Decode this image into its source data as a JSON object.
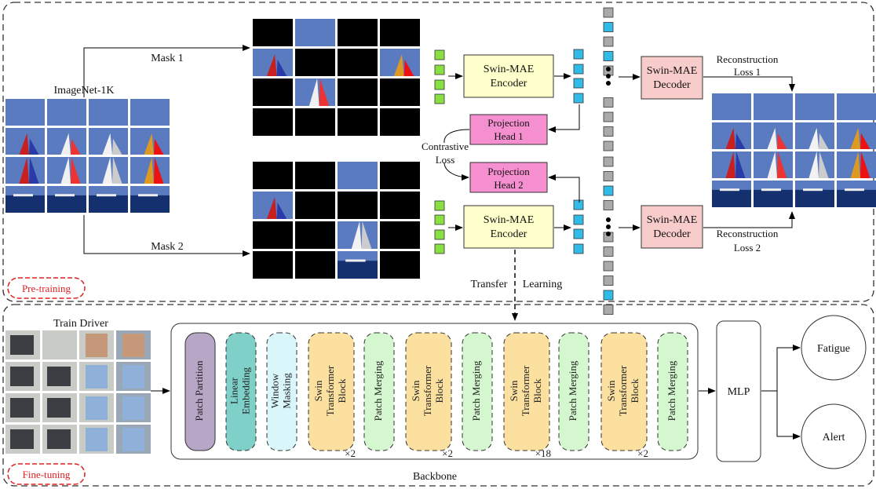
{
  "pretraining": {
    "section_label": "Pre-training",
    "dataset_label": "ImageNet-1K",
    "mask1_label": "Mask 1",
    "mask2_label": "Mask 2",
    "encoder1_label": [
      "Swin-MAE",
      "Encoder"
    ],
    "encoder2_label": [
      "Swin-MAE",
      "Encoder"
    ],
    "decoder1_label": [
      "Swin-MAE",
      "Decoder"
    ],
    "decoder2_label": [
      "Swin-MAE",
      "Decoder"
    ],
    "proj1_label": [
      "Projection",
      "Head 1"
    ],
    "proj2_label": [
      "Projection",
      "Head 2"
    ],
    "contrastive_label": [
      "Contrastive",
      "Loss"
    ],
    "recon1_label": [
      "Reconstruction",
      "Loss 1"
    ],
    "recon2_label": [
      "Reconstruction",
      "Loss 2"
    ],
    "transfer_label": "Transfer",
    "learning_label": "Learning"
  },
  "finetuning": {
    "section_label": "Fine-tuning",
    "input_label": "Train Driver",
    "backbone_label": "Backbone",
    "mlp_label": "MLP",
    "outputs": [
      "Fatigue",
      "Alert"
    ],
    "blocks": [
      {
        "lines": [
          "Patch Partition"
        ],
        "color": "#b7a6c6",
        "dashed": false
      },
      {
        "lines": [
          "Linear",
          "Embedding"
        ],
        "color": "#7fd0c8",
        "dashed": true
      },
      {
        "lines": [
          "Window",
          "Masking"
        ],
        "color": "#d9f6fb",
        "dashed": true
      },
      {
        "lines": [
          "Swin",
          "Transformer",
          "Block"
        ],
        "color": "#fbe0a0",
        "dashed": true,
        "mult": "×2"
      },
      {
        "lines": [
          "Patch Merging"
        ],
        "color": "#d5f7cf",
        "dashed": true
      },
      {
        "lines": [
          "Swin",
          "Transformer",
          "Block"
        ],
        "color": "#fbe0a0",
        "dashed": true,
        "mult": "×2"
      },
      {
        "lines": [
          "Patch Merging"
        ],
        "color": "#d5f7cf",
        "dashed": true
      },
      {
        "lines": [
          "Swin",
          "Transformer",
          "Block"
        ],
        "color": "#fbe0a0",
        "dashed": true,
        "mult": "×18"
      },
      {
        "lines": [
          "Patch Merging"
        ],
        "color": "#d5f7cf",
        "dashed": true
      },
      {
        "lines": [
          "Swin",
          "Transformer",
          "Block"
        ],
        "color": "#fbe0a0",
        "dashed": true,
        "mult": "×2"
      },
      {
        "lines": [
          "Patch Merging"
        ],
        "color": "#d5f7cf",
        "dashed": true
      }
    ]
  },
  "colors": {
    "encoder": "#ffffcc",
    "decoder": "#f9cccc",
    "projection": "#f58fd0",
    "token_green": "#88e040",
    "token_blue": "#33bbe8",
    "token_gray": "#aaaaaa",
    "section_badge": "#e02020",
    "sky": "#5b7bc0",
    "sea": "#14306e",
    "mask": "#000000"
  }
}
